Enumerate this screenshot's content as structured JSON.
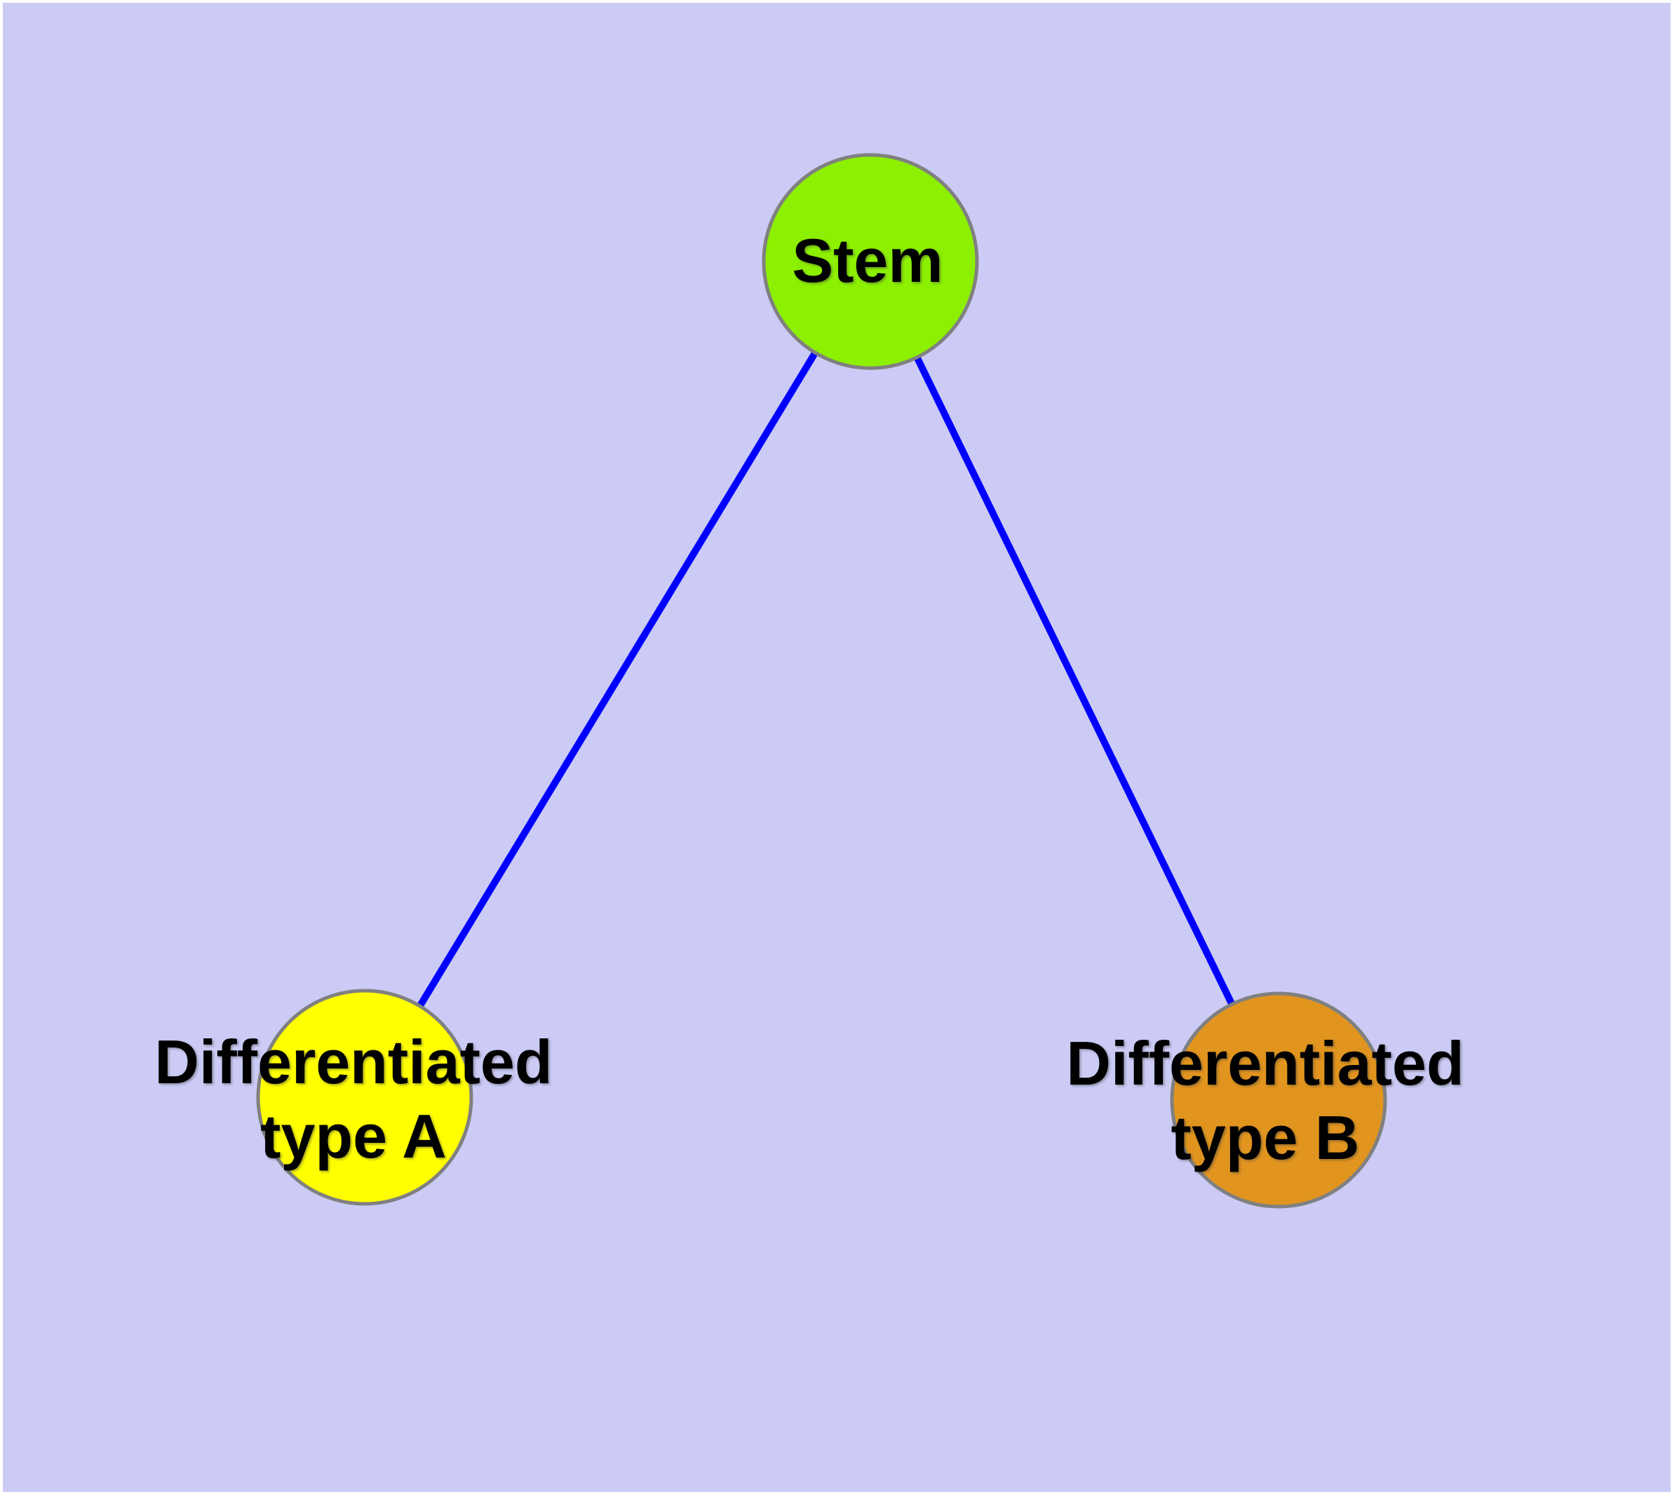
{
  "diagram": {
    "type": "graph",
    "background_color": "#CBCBF6",
    "frame_color": "#FFFFFF",
    "edge_color": "#0000FF",
    "node_border_color": "#808080",
    "label_color": "#000000",
    "nodes": [
      {
        "id": "stem",
        "label": "Stem",
        "color": "#8CF000"
      },
      {
        "id": "differentiated-type-a",
        "label": "Differentiated\ntype A",
        "color": "#FFFF00"
      },
      {
        "id": "differentiated-type-b",
        "label": "Differentiated\ntype B",
        "color": "#E2951E"
      }
    ],
    "edges": [
      {
        "from": "Stem",
        "to": "Differentiated type A"
      },
      {
        "from": "Stem",
        "to": "Differentiated type B"
      }
    ]
  }
}
